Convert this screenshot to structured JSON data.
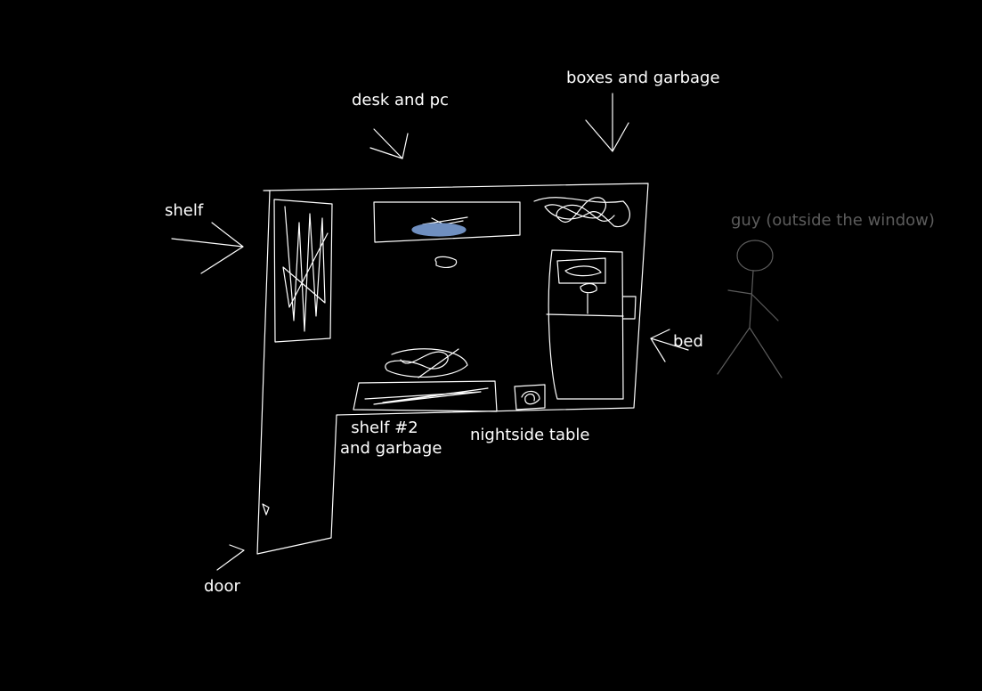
{
  "colors": {
    "background": "#000000",
    "ink": "#ffffff",
    "guy_ink": "#5c5c5c",
    "pc_marker": "#6f8fc0"
  },
  "labels": {
    "desk": "desk and pc",
    "boxes": "boxes and garbage",
    "shelf": "shelf",
    "guy": "guy  (outside the window)",
    "bed": "bed",
    "shelf2_line1": "shelf #2",
    "shelf2_line2": "and garbage",
    "nightside": "nightside table",
    "door": "door"
  }
}
